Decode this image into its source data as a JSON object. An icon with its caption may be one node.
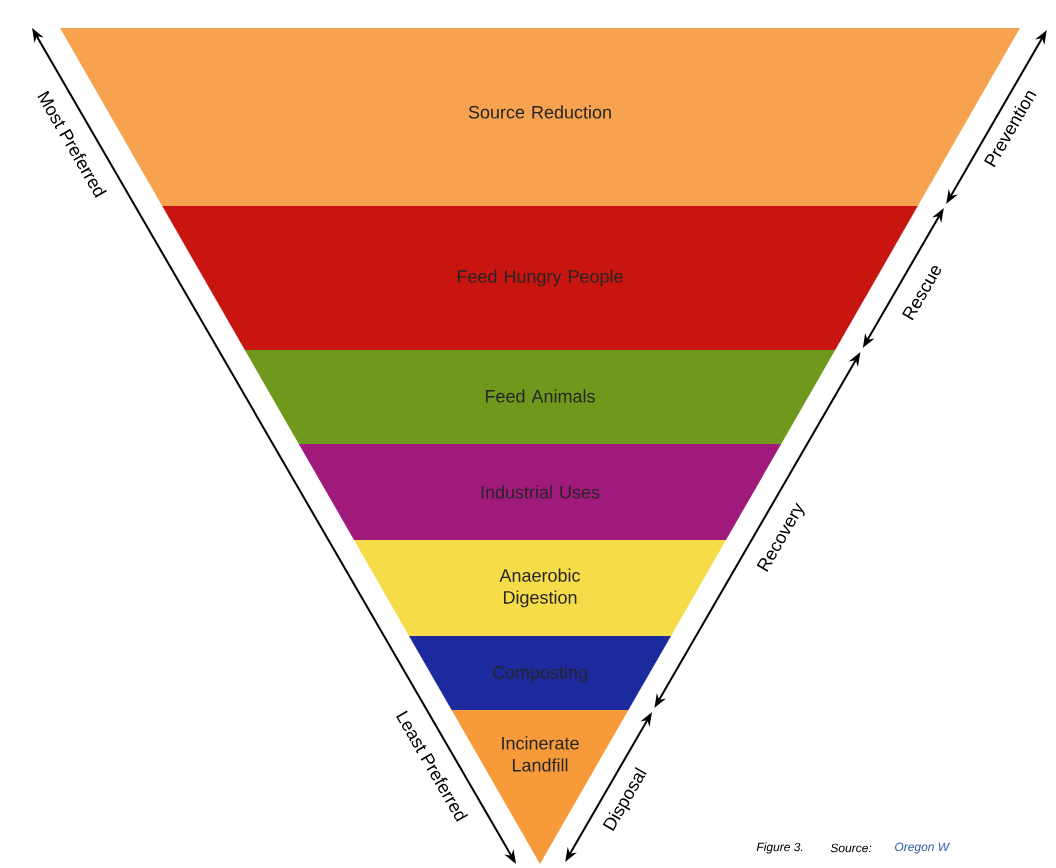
{
  "diagram": {
    "nodes": [
      {
        "text": [
          "Source Reduction"
        ]
      },
      {
        "text": [
          "Feed Hungry People"
        ]
      },
      {
        "text": [
          "Feed Animals"
        ]
      },
      {
        "text": [
          "Industrial Uses"
        ]
      },
      {
        "text": [
          "Anaerobic Digestion"
        ]
      },
      {
        "text": [
          "Composting"
        ]
      },
      {
        "text": [
          "Incinerate Landfill"
        ]
      }
    ],
    "edges": [],
    "labels": [
      "Most Preferred",
      "Least Preferred",
      "Prevention",
      "Rescue",
      "Recovery",
      "Disposal",
      "Figure 3.",
      "Source:",
      "Oregon W"
    ]
  }
}
